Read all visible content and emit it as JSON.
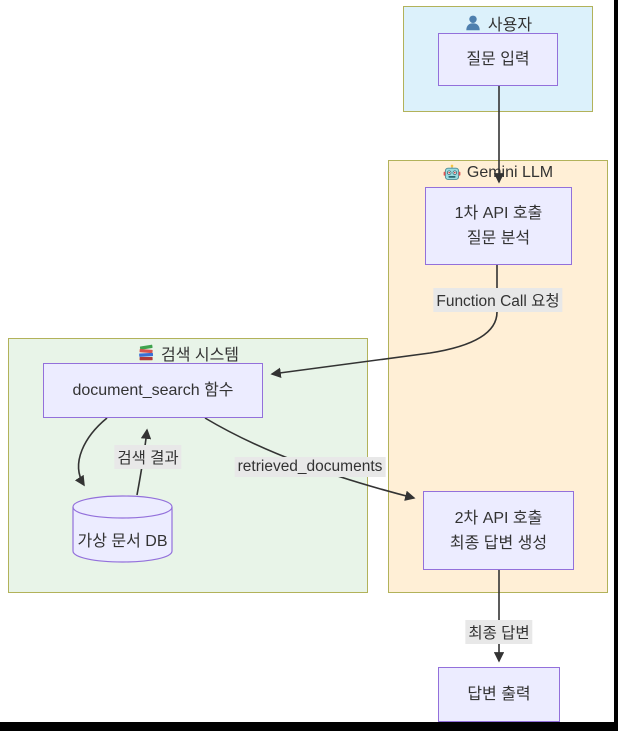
{
  "diagram": {
    "groups": {
      "user": {
        "title": "사용자",
        "icon": "person-icon"
      },
      "gemini": {
        "title": "Gemini LLM",
        "icon": "robot-icon"
      },
      "search": {
        "title": "검색 시스템",
        "icon": "books-icon"
      }
    },
    "nodes": {
      "question_input": {
        "label": "질문 입력"
      },
      "first_api": {
        "line1": "1차 API 호출",
        "line2": "질문 분석"
      },
      "doc_search": {
        "label": "document_search 함수"
      },
      "virtual_db": {
        "label": "가상 문서 DB"
      },
      "second_api": {
        "line1": "2차 API 호출",
        "line2": "최종 답변 생성"
      },
      "answer_output": {
        "label": "답변 출력"
      }
    },
    "edge_labels": {
      "function_call": "Function Call 요청",
      "search_result": "검색 결과",
      "retrieved_documents": "retrieved_documents",
      "final_answer": "최종 답변"
    },
    "colors": {
      "user_fill": "#dcf1fb",
      "gemini_fill": "#ffefd6",
      "search_fill": "#e8f4e8",
      "group_border": "#b2b25a",
      "node_fill": "#ececff",
      "node_border": "#9370db",
      "edge_label_bg": "#e8e8e8",
      "arrow": "#333333"
    }
  }
}
